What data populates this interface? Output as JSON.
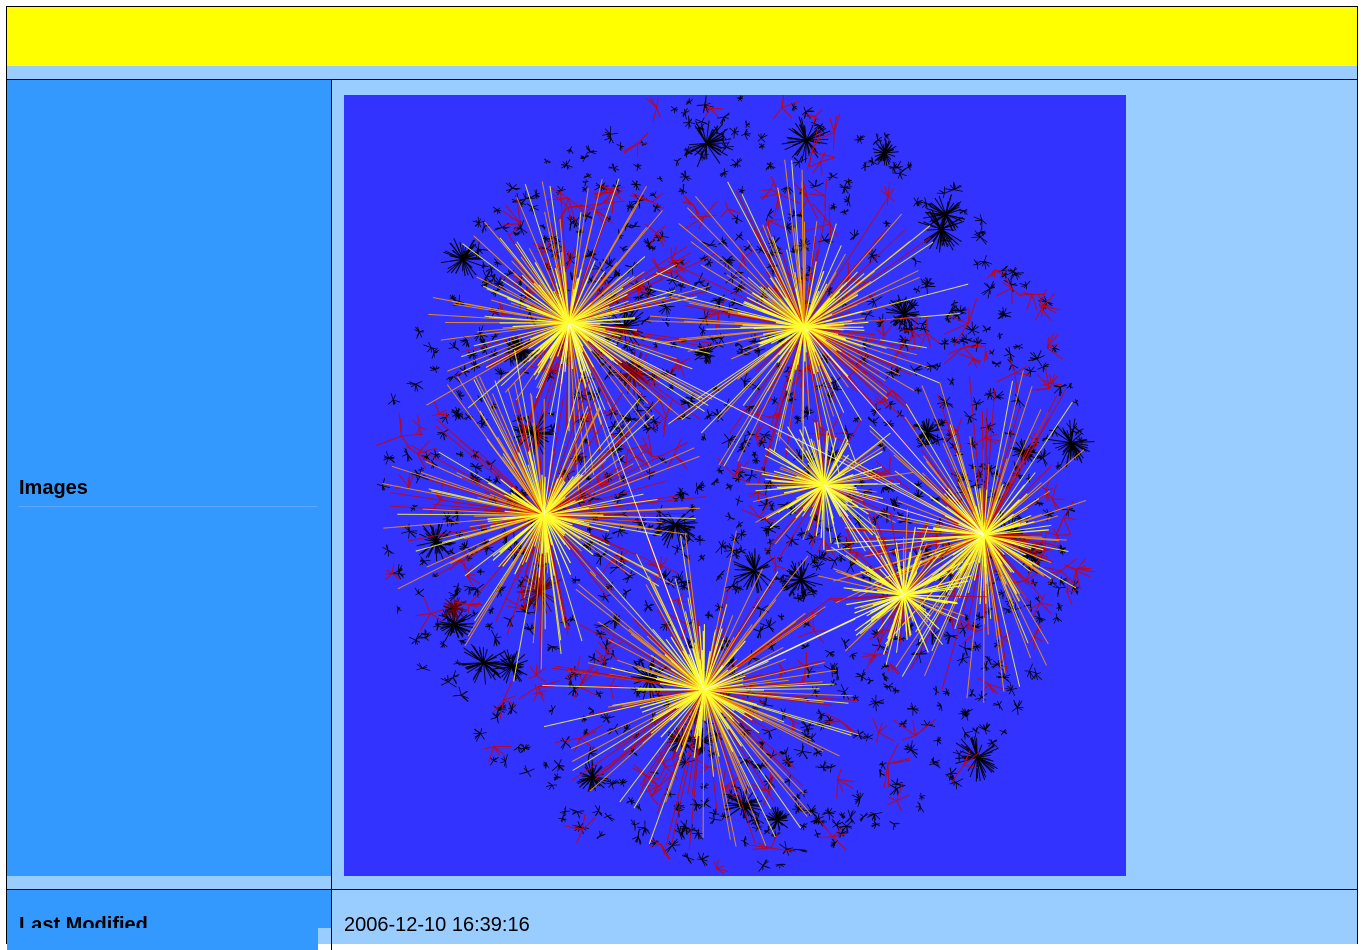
{
  "banner": {
    "color": "#ffff00",
    "text": ""
  },
  "rows": {
    "images": {
      "label": "Images",
      "image": {
        "icon": "internet-map-visualization",
        "background_color": "#3333ff",
        "hub_colors": [
          "#ffff33",
          "#ff9900",
          "#cc0000",
          "#000000"
        ]
      }
    },
    "last_modified": {
      "label": "Last Modified",
      "value": "2006-12-10 16:39:16"
    }
  },
  "colors": {
    "label_cell": "#3399ff",
    "content_cell": "#99ccff",
    "borders": "#000000"
  }
}
